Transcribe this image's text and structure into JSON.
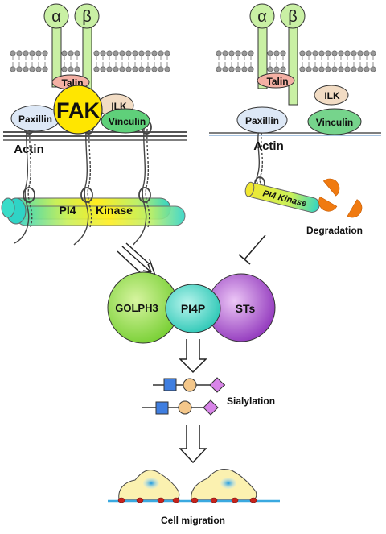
{
  "integrin": {
    "alpha": "α",
    "beta": "β"
  },
  "left_panel": {
    "talin": "Talin",
    "fak": "FAK",
    "ilk": "ILK",
    "paxillin": "Paxillin",
    "vinculin": "Vinculin",
    "actin": "Actin",
    "pi4": "PI4",
    "kinase": "Kinase"
  },
  "right_panel": {
    "talin": "Talin",
    "ilk": "ILK",
    "paxillin": "Paxillin",
    "vinculin": "Vinculin",
    "actin": "Actin",
    "pi4_kinase": "PI4 Kinase",
    "degradation": "Degradation"
  },
  "complex": {
    "golph3": "GOLPH3",
    "pi4p": "PI4P",
    "sts": "STs"
  },
  "sialylation": "Sialylation",
  "cell_migration": "Cell migration",
  "colors": {
    "talin": "#f4b0a4",
    "fak": "#ffe600",
    "ilk": "#f2dcc4",
    "paxillin": "#dde8f6",
    "vinculin": "#5fd07a",
    "golph3": "#8ad84a",
    "pi4p": "#3fd6c4",
    "sts": "#9a3fc4",
    "degradation": "#f07a10",
    "integrin": "#c9f0a4",
    "cell": "#fbf1b0",
    "substrate": "#3aa9e0"
  }
}
